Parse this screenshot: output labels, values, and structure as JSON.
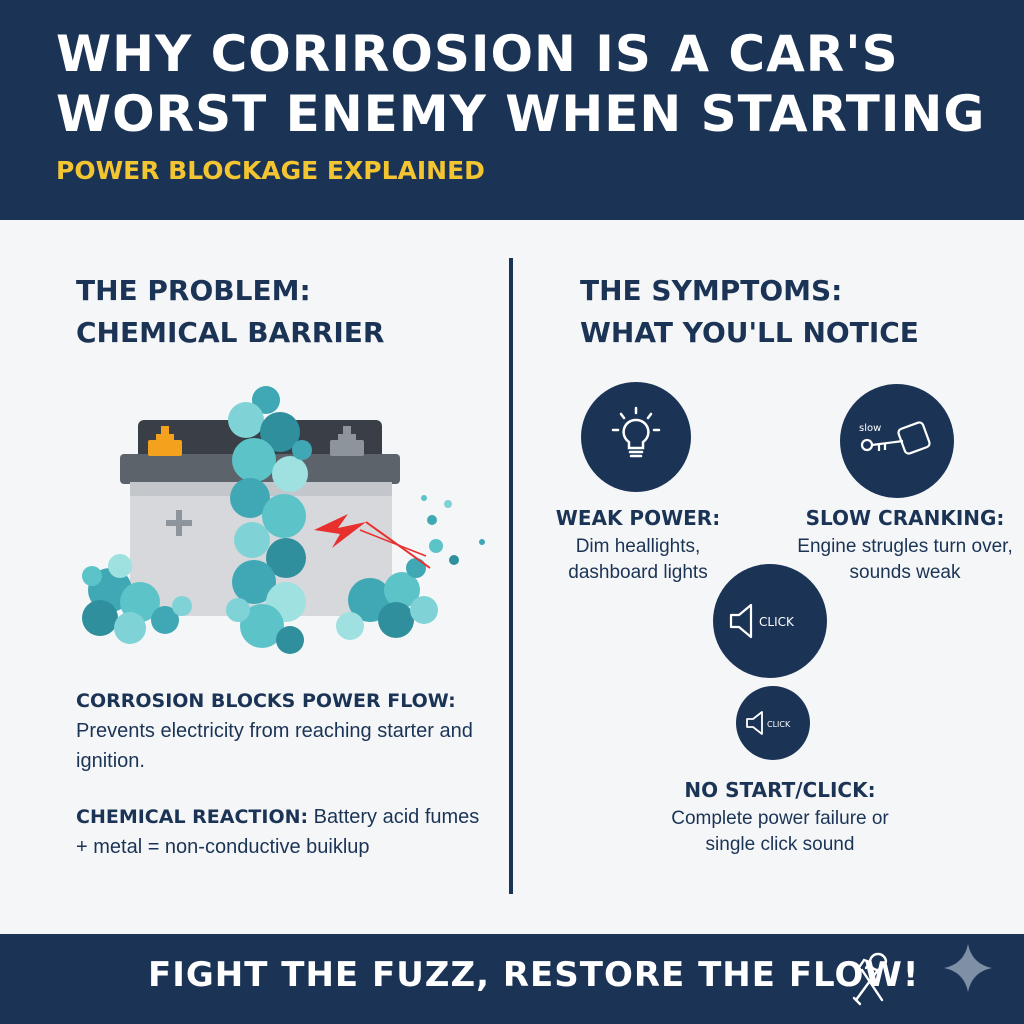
{
  "header": {
    "title": "WHY CORIROSION IS A CAR'S WORST ENEMY WHEN STARTING",
    "subtitle": "POWER BLOCKAGE EXPLAINED"
  },
  "problem": {
    "heading_line1": "THE PROBLEM:",
    "heading_line2": "CHEMICAL BARRIER",
    "block1_lead": "CORROSION BLOCKS POWER FLOW:",
    "block1_text": "Prevents electricity from reaching starter and ignition.",
    "block2_lead": "CHEMICAL REACTION:",
    "block2_text": " Battery acid fumes + metal = non-conductive buiklup"
  },
  "symptoms": {
    "heading_line1": "THE SYMPTOMS:",
    "heading_line2": "WHAT YOU'LL NOTICE",
    "weak_power": {
      "icon": "lightbulb-icon",
      "label": "WEAK POWER:",
      "text": "Dim heallights, dashboard lights"
    },
    "slow_cranking": {
      "icon": "key-icon",
      "icon_text": "slow",
      "label": "SLOW CRANKING:",
      "text": "Engine strugles turn over, sounds weak"
    },
    "click_large": {
      "icon": "speaker-icon",
      "icon_text": "CLICK"
    },
    "click_small": {
      "icon": "speaker-icon",
      "icon_text": "CLICK"
    },
    "no_start": {
      "label": "NO START/CLICK:",
      "text": "Complete power failure or single click sound"
    }
  },
  "footer": {
    "text": "FIGHT THE FUZZ, RESTORE THE FLOW!",
    "icons": [
      "wrench-icon",
      "sparkle-icon"
    ]
  },
  "colors": {
    "navy": "#1b3456",
    "accent_yellow": "#f2c531",
    "terminal_orange": "#f4a21e",
    "corrosion_teal": "#3fa8b4",
    "spark_red": "#e8302e"
  }
}
